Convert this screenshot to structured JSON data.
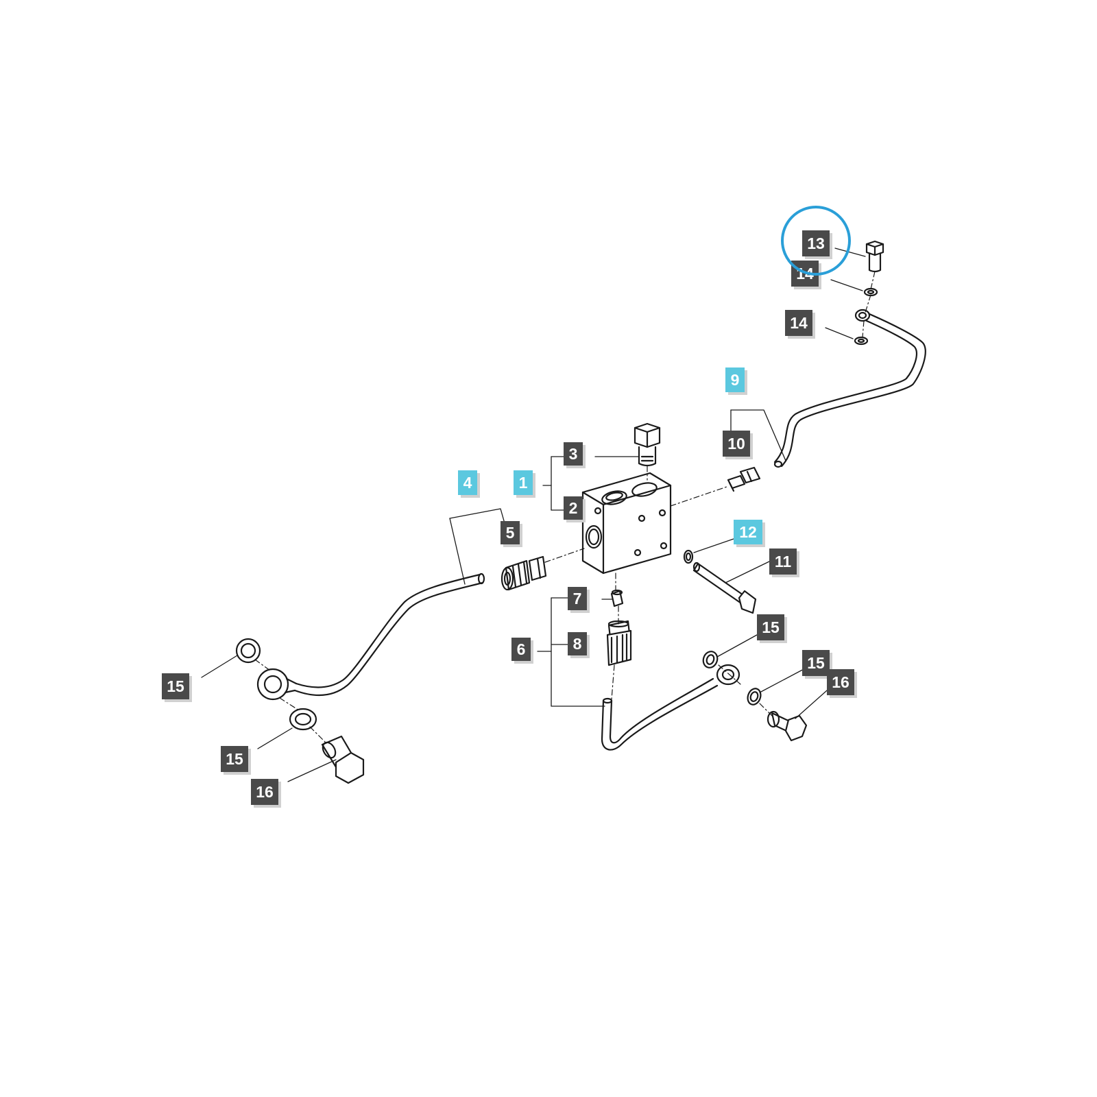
{
  "diagram": {
    "colors": {
      "line": "#1a1a1a",
      "label_dark": "#4a4a4a",
      "label_highlight": "#5bc8df",
      "label_text": "#ffffff",
      "selection_ring": "#2a9fd8"
    },
    "callouts": [
      {
        "id": "c13",
        "text": "13",
        "style": "dark"
      },
      {
        "id": "c14a",
        "text": "14",
        "style": "dark"
      },
      {
        "id": "c14b",
        "text": "14",
        "style": "dark"
      },
      {
        "id": "c9",
        "text": "9",
        "style": "highlight"
      },
      {
        "id": "c10",
        "text": "10",
        "style": "dark"
      },
      {
        "id": "c3",
        "text": "3",
        "style": "dark"
      },
      {
        "id": "c1",
        "text": "1",
        "style": "highlight"
      },
      {
        "id": "c2",
        "text": "2",
        "style": "dark"
      },
      {
        "id": "c4",
        "text": "4",
        "style": "highlight"
      },
      {
        "id": "c5",
        "text": "5",
        "style": "dark"
      },
      {
        "id": "c12",
        "text": "12",
        "style": "highlight"
      },
      {
        "id": "c11",
        "text": "11",
        "style": "dark"
      },
      {
        "id": "c7",
        "text": "7",
        "style": "dark"
      },
      {
        "id": "c8",
        "text": "8",
        "style": "dark"
      },
      {
        "id": "c6",
        "text": "6",
        "style": "dark"
      },
      {
        "id": "c15a",
        "text": "15",
        "style": "dark"
      },
      {
        "id": "c15b",
        "text": "15",
        "style": "dark"
      },
      {
        "id": "c16a",
        "text": "16",
        "style": "dark"
      },
      {
        "id": "c15c",
        "text": "15",
        "style": "dark"
      },
      {
        "id": "c15d",
        "text": "15",
        "style": "dark"
      },
      {
        "id": "c16b",
        "text": "16",
        "style": "dark"
      }
    ],
    "selected_callout": "13"
  }
}
